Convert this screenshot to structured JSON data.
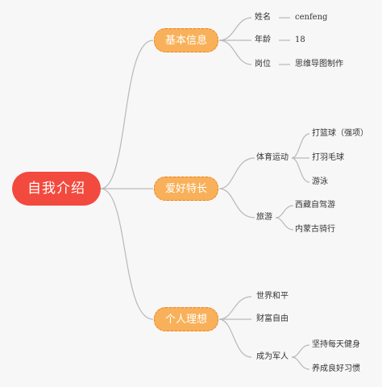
{
  "root": {
    "label": "自我介绍"
  },
  "branches": [
    {
      "label": "基本信息",
      "items": [
        {
          "label": "姓名",
          "value": "cenfeng"
        },
        {
          "label": "年龄",
          "value": "18"
        },
        {
          "label": "岗位",
          "value": "思维导图制作"
        }
      ]
    },
    {
      "label": "爱好特长",
      "groups": [
        {
          "label": "体育运动",
          "items": [
            "打篮球（强项）",
            "打羽毛球",
            "游泳"
          ]
        },
        {
          "label": "旅游",
          "items": [
            "西藏自驾游",
            "内蒙古骑行"
          ]
        }
      ]
    },
    {
      "label": "个人理想",
      "items": [
        "世界和平",
        "财富自由"
      ],
      "groups": [
        {
          "label": "成为军人",
          "items": [
            "坚持每天健身",
            "养成良好习惯"
          ]
        }
      ]
    }
  ],
  "colors": {
    "root": "#f24a3e",
    "branch_fill": "#f8b15a",
    "branch_border": "#ef7f1a",
    "line": "#b8b8b8"
  }
}
